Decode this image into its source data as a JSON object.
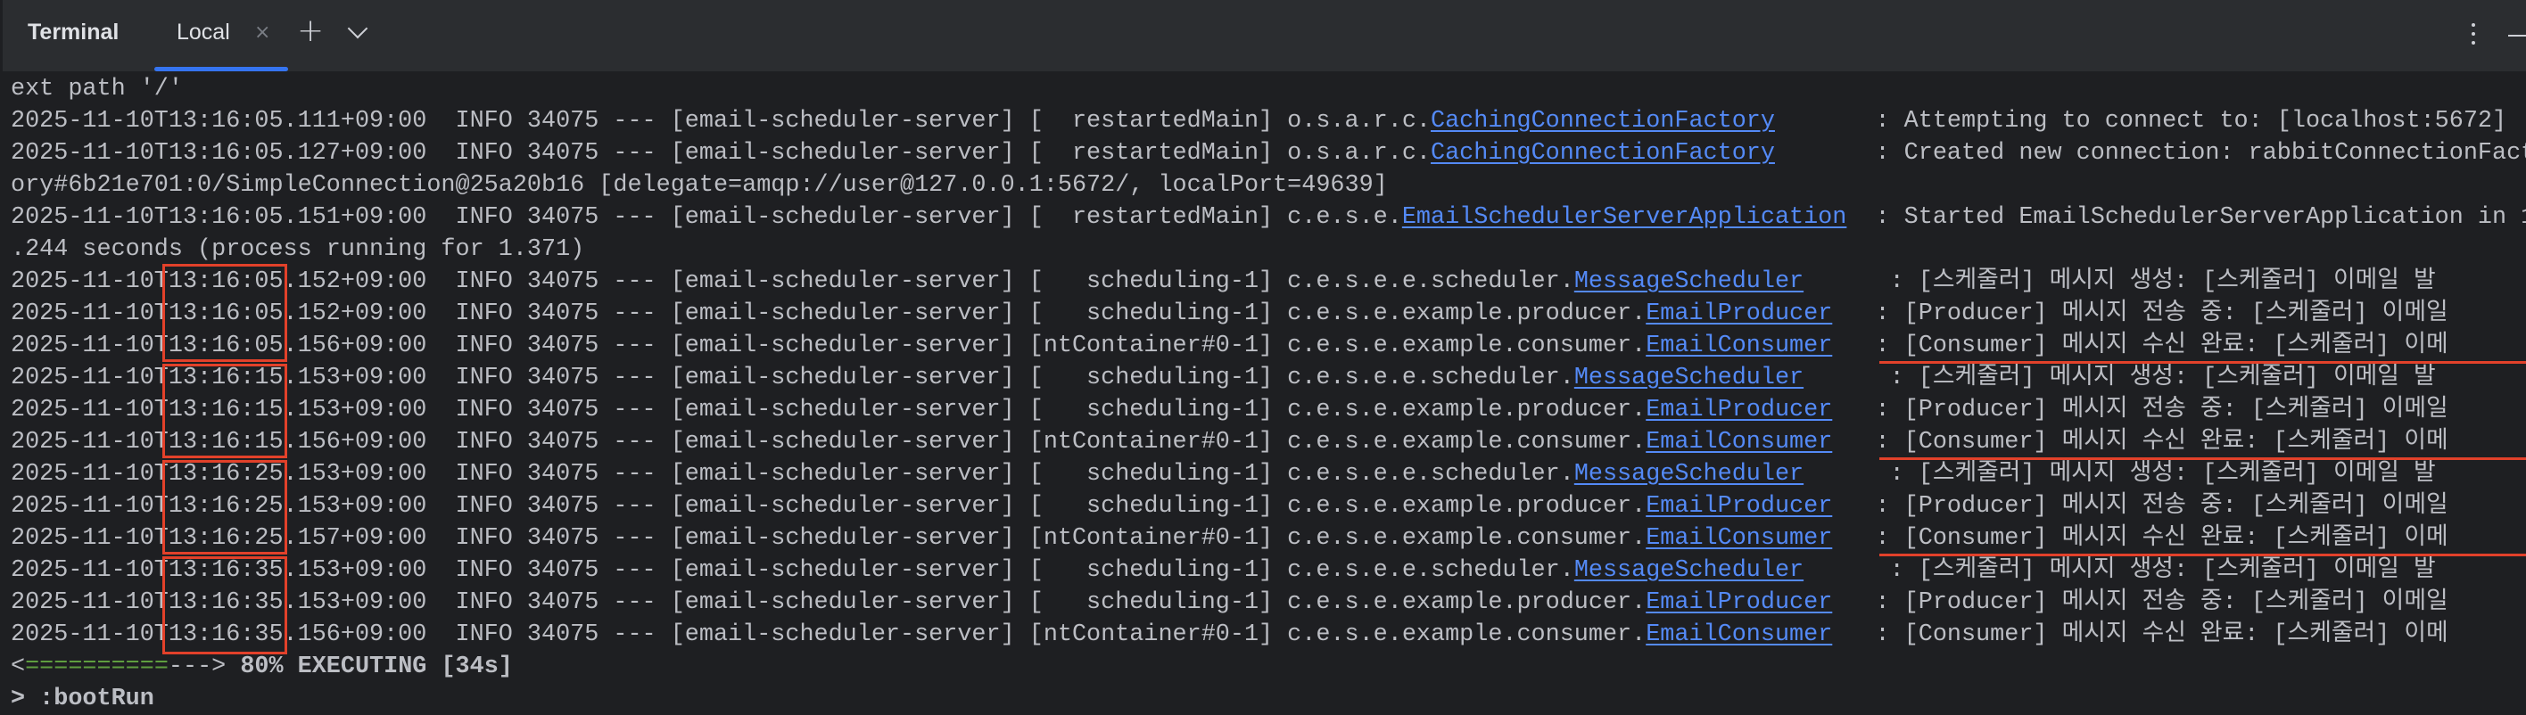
{
  "header": {
    "title": "Terminal",
    "tab_label": "Local",
    "close_glyph": "×",
    "new_tab_glyph": "+",
    "accent": "#3574f0"
  },
  "rows": [
    {
      "pre": "ext path '/'",
      "link": "",
      "post": ""
    },
    {
      "pre": "2025-11-10T13:16:05.111+09:00  INFO 34075 --- [email-scheduler-server] [  restartedMain] o.s.a.r.c.",
      "link": "CachingConnectionFactory",
      "post": "       : Attempting to connect to: [localhost:5672]"
    },
    {
      "pre": "2025-11-10T13:16:05.127+09:00  INFO 34075 --- [email-scheduler-server] [  restartedMain] o.s.a.r.c.",
      "link": "CachingConnectionFactory",
      "post": "       : Created new connection: rabbitConnectionFact"
    },
    {
      "pre": "ory#6b21e701:0/SimpleConnection@25a20b16 [delegate=amqp://user@127.0.0.1:5672/, localPort=49639]",
      "link": "",
      "post": ""
    },
    {
      "pre": "2025-11-10T13:16:05.151+09:00  INFO 34075 --- [email-scheduler-server] [  restartedMain] c.e.s.e.",
      "link": "EmailSchedulerServerApplication",
      "post": "  : Started EmailSchedulerServerApplication in 1"
    },
    {
      "pre": ".244 seconds (process running for 1.371)",
      "link": "",
      "post": ""
    },
    {
      "pre": "2025-11-10T13:16:05.152+09:00  INFO 34075 --- [email-scheduler-server] [   scheduling-1] c.e.s.e.e.scheduler.",
      "link": "MessageScheduler",
      "post": "      : [스케줄러] 메시지 생성: [스케줄러] 이메일 발"
    },
    {
      "pre": "2025-11-10T13:16:05.152+09:00  INFO 34075 --- [email-scheduler-server] [   scheduling-1] c.e.s.e.example.producer.",
      "link": "EmailProducer",
      "post": "   : [Producer] 메시지 전송 중: [스케줄러] 이메일"
    },
    {
      "pre": "2025-11-10T13:16:05.156+09:00  INFO 34075 --- [email-scheduler-server] [ntContainer#0-1] c.e.s.e.example.consumer.",
      "link": "EmailConsumer",
      "post": "   : [Consumer] 메시지 수신 완료: [스케줄러] 이메"
    },
    {
      "pre": "2025-11-10T13:16:15.153+09:00  INFO 34075 --- [email-scheduler-server] [   scheduling-1] c.e.s.e.e.scheduler.",
      "link": "MessageScheduler",
      "post": "      : [스케줄러] 메시지 생성: [스케줄러] 이메일 발"
    },
    {
      "pre": "2025-11-10T13:16:15.153+09:00  INFO 34075 --- [email-scheduler-server] [   scheduling-1] c.e.s.e.example.producer.",
      "link": "EmailProducer",
      "post": "   : [Producer] 메시지 전송 중: [스케줄러] 이메일"
    },
    {
      "pre": "2025-11-10T13:16:15.156+09:00  INFO 34075 --- [email-scheduler-server] [ntContainer#0-1] c.e.s.e.example.consumer.",
      "link": "EmailConsumer",
      "post": "   : [Consumer] 메시지 수신 완료: [스케줄러] 이메"
    },
    {
      "pre": "2025-11-10T13:16:25.153+09:00  INFO 34075 --- [email-scheduler-server] [   scheduling-1] c.e.s.e.e.scheduler.",
      "link": "MessageScheduler",
      "post": "      : [스케줄러] 메시지 생성: [스케줄러] 이메일 발"
    },
    {
      "pre": "2025-11-10T13:16:25.153+09:00  INFO 34075 --- [email-scheduler-server] [   scheduling-1] c.e.s.e.example.producer.",
      "link": "EmailProducer",
      "post": "   : [Producer] 메시지 전송 중: [스케줄러] 이메일"
    },
    {
      "pre": "2025-11-10T13:16:25.157+09:00  INFO 34075 --- [email-scheduler-server] [ntContainer#0-1] c.e.s.e.example.consumer.",
      "link": "EmailConsumer",
      "post": "   : [Consumer] 메시지 수신 완료: [스케줄러] 이메"
    },
    {
      "pre": "2025-11-10T13:16:35.153+09:00  INFO 34075 --- [email-scheduler-server] [   scheduling-1] c.e.s.e.e.scheduler.",
      "link": "MessageScheduler",
      "post": "      : [스케줄러] 메시지 생성: [스케줄러] 이메일 발"
    },
    {
      "pre": "2025-11-10T13:16:35.153+09:00  INFO 34075 --- [email-scheduler-server] [   scheduling-1] c.e.s.e.example.producer.",
      "link": "EmailProducer",
      "post": "   : [Producer] 메시지 전송 중: [스케줄러] 이메일"
    },
    {
      "pre": "2025-11-10T13:16:35.156+09:00  INFO 34075 --- [email-scheduler-server] [ntContainer#0-1] c.e.s.e.example.consumer.",
      "link": "EmailConsumer",
      "post": "   : [Consumer] 메시지 수신 완료: [스케줄러] 이메"
    }
  ],
  "progress": {
    "open": "<",
    "done": "==========",
    "remaining": "--->",
    "status": " 80% EXECUTING [34s]",
    "percent": 80
  },
  "task": "> :bootRun",
  "colors": {
    "link": "#548af7",
    "highlight": "#e2412a",
    "progress_done": "#5f9e3f",
    "text": "#bcbec4"
  }
}
